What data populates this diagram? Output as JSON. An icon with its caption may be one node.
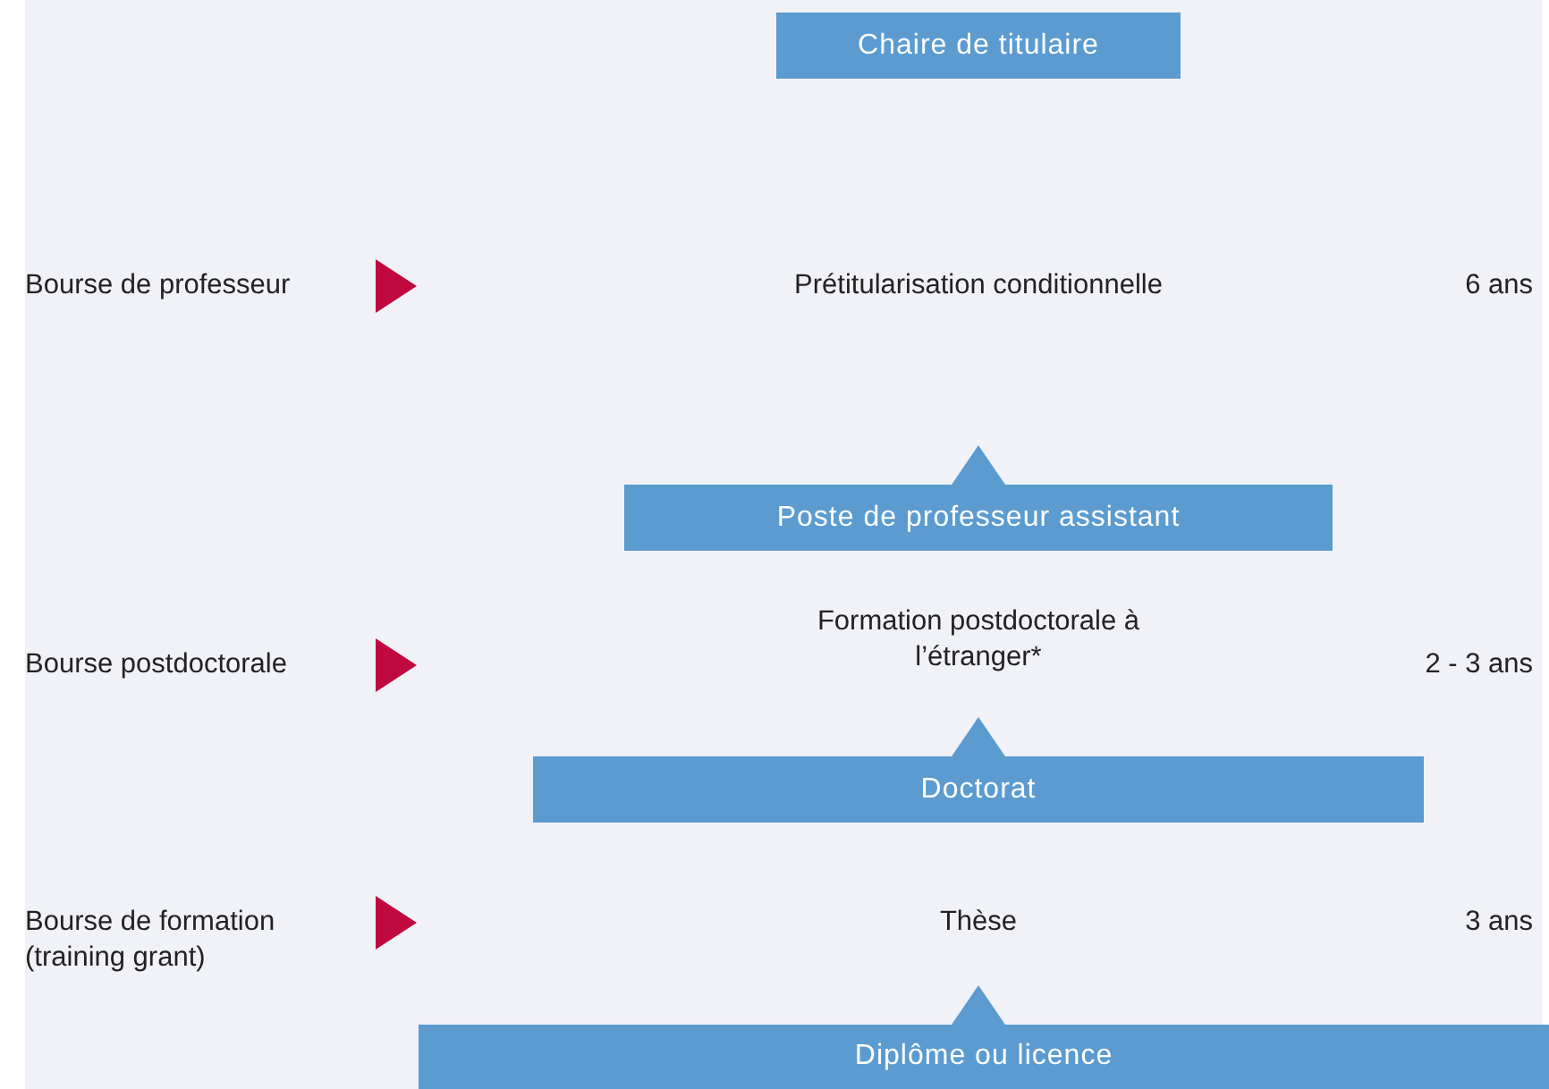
{
  "diagram": {
    "nodes": [
      {
        "text": [
          "Chaire de titulaire"
        ]
      },
      {
        "text": [
          "Poste de professeur assistant"
        ]
      },
      {
        "text": [
          "Doctorat"
        ]
      },
      {
        "text": [
          "Diplôme ou licence"
        ]
      }
    ],
    "labels": [
      "Bourse de professeur",
      "Prétitularisation conditionnelle",
      "6 ans",
      "Bourse postdoctorale",
      "Formation postdoctorale à l’étranger*",
      "2 - 3 ans",
      "Bourse de formation (training grant)",
      "Thèse",
      "3 ans"
    ]
  }
}
